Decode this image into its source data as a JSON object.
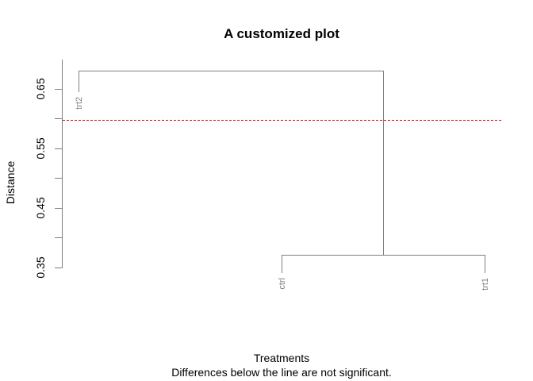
{
  "chart_data": {
    "type": "dendrogram",
    "title": "A customized plot",
    "xlabel": "Treatments",
    "ylabel": "Distance",
    "subtitle": "Differences below the line are not significant.",
    "ylim": [
      0.35,
      0.68
    ],
    "y_ticks": [
      0.35,
      0.4,
      0.45,
      0.5,
      0.55,
      0.6,
      0.65
    ],
    "y_tick_labels": [
      "0.35",
      "",
      "0.45",
      "",
      "0.55",
      "",
      "0.65"
    ],
    "leaves": [
      {
        "label": "trt2",
        "height": 0.645
      },
      {
        "label": "ctrl",
        "height": 0.341
      },
      {
        "label": "trt1",
        "height": 0.341
      }
    ],
    "merges": [
      {
        "left": "ctrl",
        "right": "trt1",
        "height": 0.371
      },
      {
        "left": "trt2",
        "right": "ctrl+trt1",
        "height": 0.681
      }
    ],
    "significance_line": {
      "y": 0.6,
      "color": "#cc0000",
      "style": "dotted"
    },
    "branch_color": "#7f7f7f",
    "grid": false
  }
}
